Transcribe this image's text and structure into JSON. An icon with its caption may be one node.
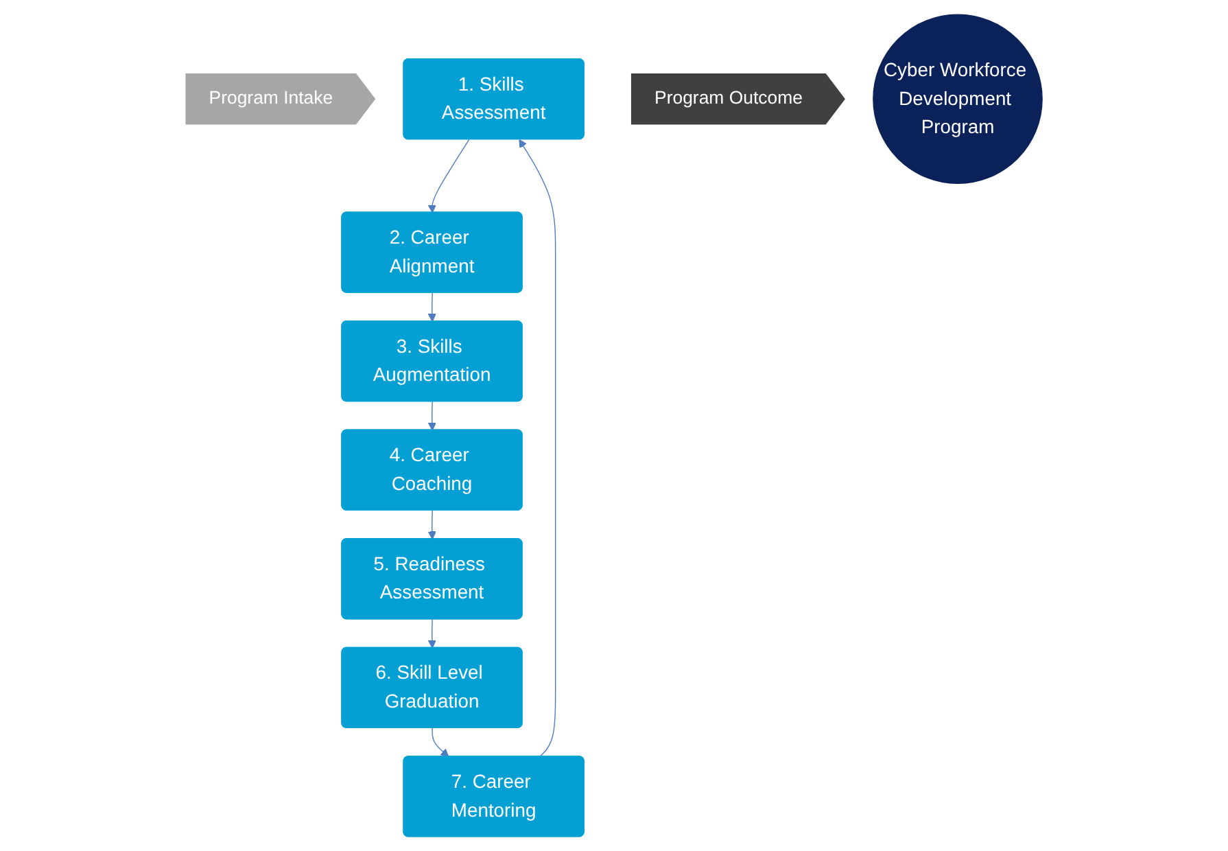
{
  "diagram": {
    "nodes": [
      {
        "text": [
          "Program Intake"
        ]
      },
      {
        "text": [
          "1. Skills Assessment"
        ]
      },
      {
        "text": [
          "Program Outcome"
        ]
      },
      {
        "text": [
          "7. Career Mentoring"
        ]
      },
      {
        "text": [
          "2. Career Alignment"
        ]
      },
      {
        "text": [
          "Cyber Workforce Development Program"
        ]
      },
      {
        "text": [
          "6. Skill Level Graduation"
        ]
      },
      {
        "text": [
          "3. Skills Augmentation"
        ]
      },
      {
        "text": [
          "5. Readiness Assessment"
        ]
      },
      {
        "text": [
          "4. Career Coaching"
        ]
      }
    ],
    "edges": [
      {
        "from": 1,
        "to": 4,
        "arrow": "to"
      },
      {
        "from": 4,
        "to": 7,
        "arrow": "to"
      },
      {
        "from": 7,
        "to": 9,
        "arrow": "to"
      },
      {
        "from": 9,
        "to": 8,
        "arrow": "to"
      },
      {
        "from": 8,
        "to": 6,
        "arrow": "to"
      },
      {
        "from": 6,
        "to": 3,
        "arrow": "to"
      },
      {
        "from": 3,
        "to": 1,
        "arrow": "to"
      }
    ]
  }
}
